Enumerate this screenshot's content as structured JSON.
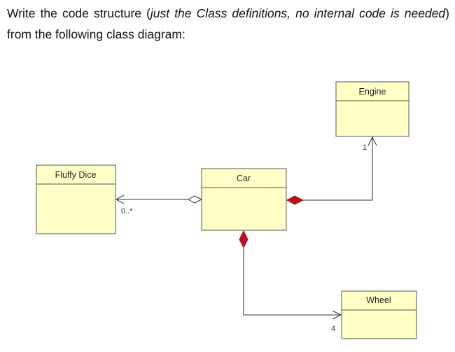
{
  "question": {
    "part1": "Write the code structure (",
    "italic1": "just the Class definitions, no internal code is needed",
    "part2": ") from the following class diagram:"
  },
  "diagram": {
    "box_fill": "#ffffc6",
    "box_stroke": "#555555",
    "line_color": "#333333",
    "diamond_fill": "#b5131e",
    "classes": {
      "engine": "Engine",
      "fluffy_dice": "Fluffy Dice",
      "car": "Car",
      "wheel": "Wheel"
    },
    "multiplicities": {
      "engine": "1",
      "fluffy_dice": "0..*",
      "wheel": "4"
    }
  }
}
